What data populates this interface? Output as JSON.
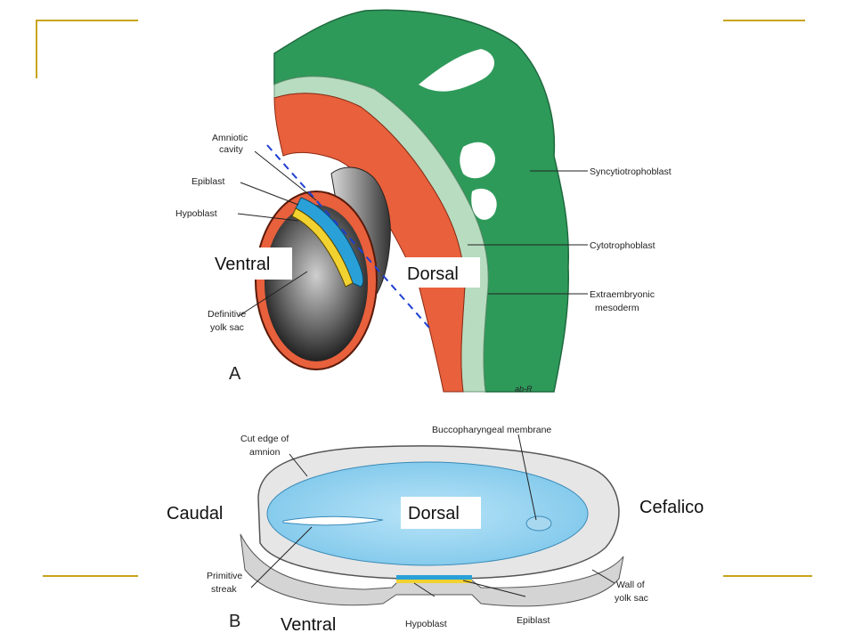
{
  "panel_a": {
    "letter": "A",
    "labels": {
      "amniotic_cavity": [
        "Amniotic",
        "cavity"
      ],
      "epiblast": "Epiblast",
      "hypoblast": "Hypoblast",
      "definitive_yolk_sac": [
        "Definitive",
        "yolk sac"
      ],
      "syncytiotrophoblast": "Syncytiotrophoblast",
      "cytotrophoblast": "Cytotrophoblast",
      "extraembryonic_mesoderm": [
        "Extraembryonic",
        "mesoderm"
      ],
      "signature": "ab-R"
    },
    "overlay": {
      "ventral": "Ventral",
      "dorsal": "Dorsal"
    }
  },
  "panel_b": {
    "letter": "B",
    "labels": {
      "cut_edge_amnion": [
        "Cut edge of",
        "amnion"
      ],
      "buccopharyngeal_membrane": "Buccopharyngeal membrane",
      "primitive_streak": [
        "Primitive",
        "streak"
      ],
      "hypoblast": "Hypoblast",
      "epiblast": "Epiblast",
      "wall_yolk_sac": [
        "Wall of",
        "yolk sac"
      ]
    },
    "overlay": {
      "caudal": "Caudal",
      "dorsal": "Dorsal",
      "cefalico": "Cefalico",
      "ventral": "Ventral"
    }
  },
  "colors": {
    "frame": "#c8a41c",
    "trophoblast": "#2e9a5a",
    "mesoderm": "#e8603c",
    "cyto": "#b8dcc0",
    "embryo_blue": "#8fd0ef",
    "dashed_axis": "#1f3fd0"
  }
}
